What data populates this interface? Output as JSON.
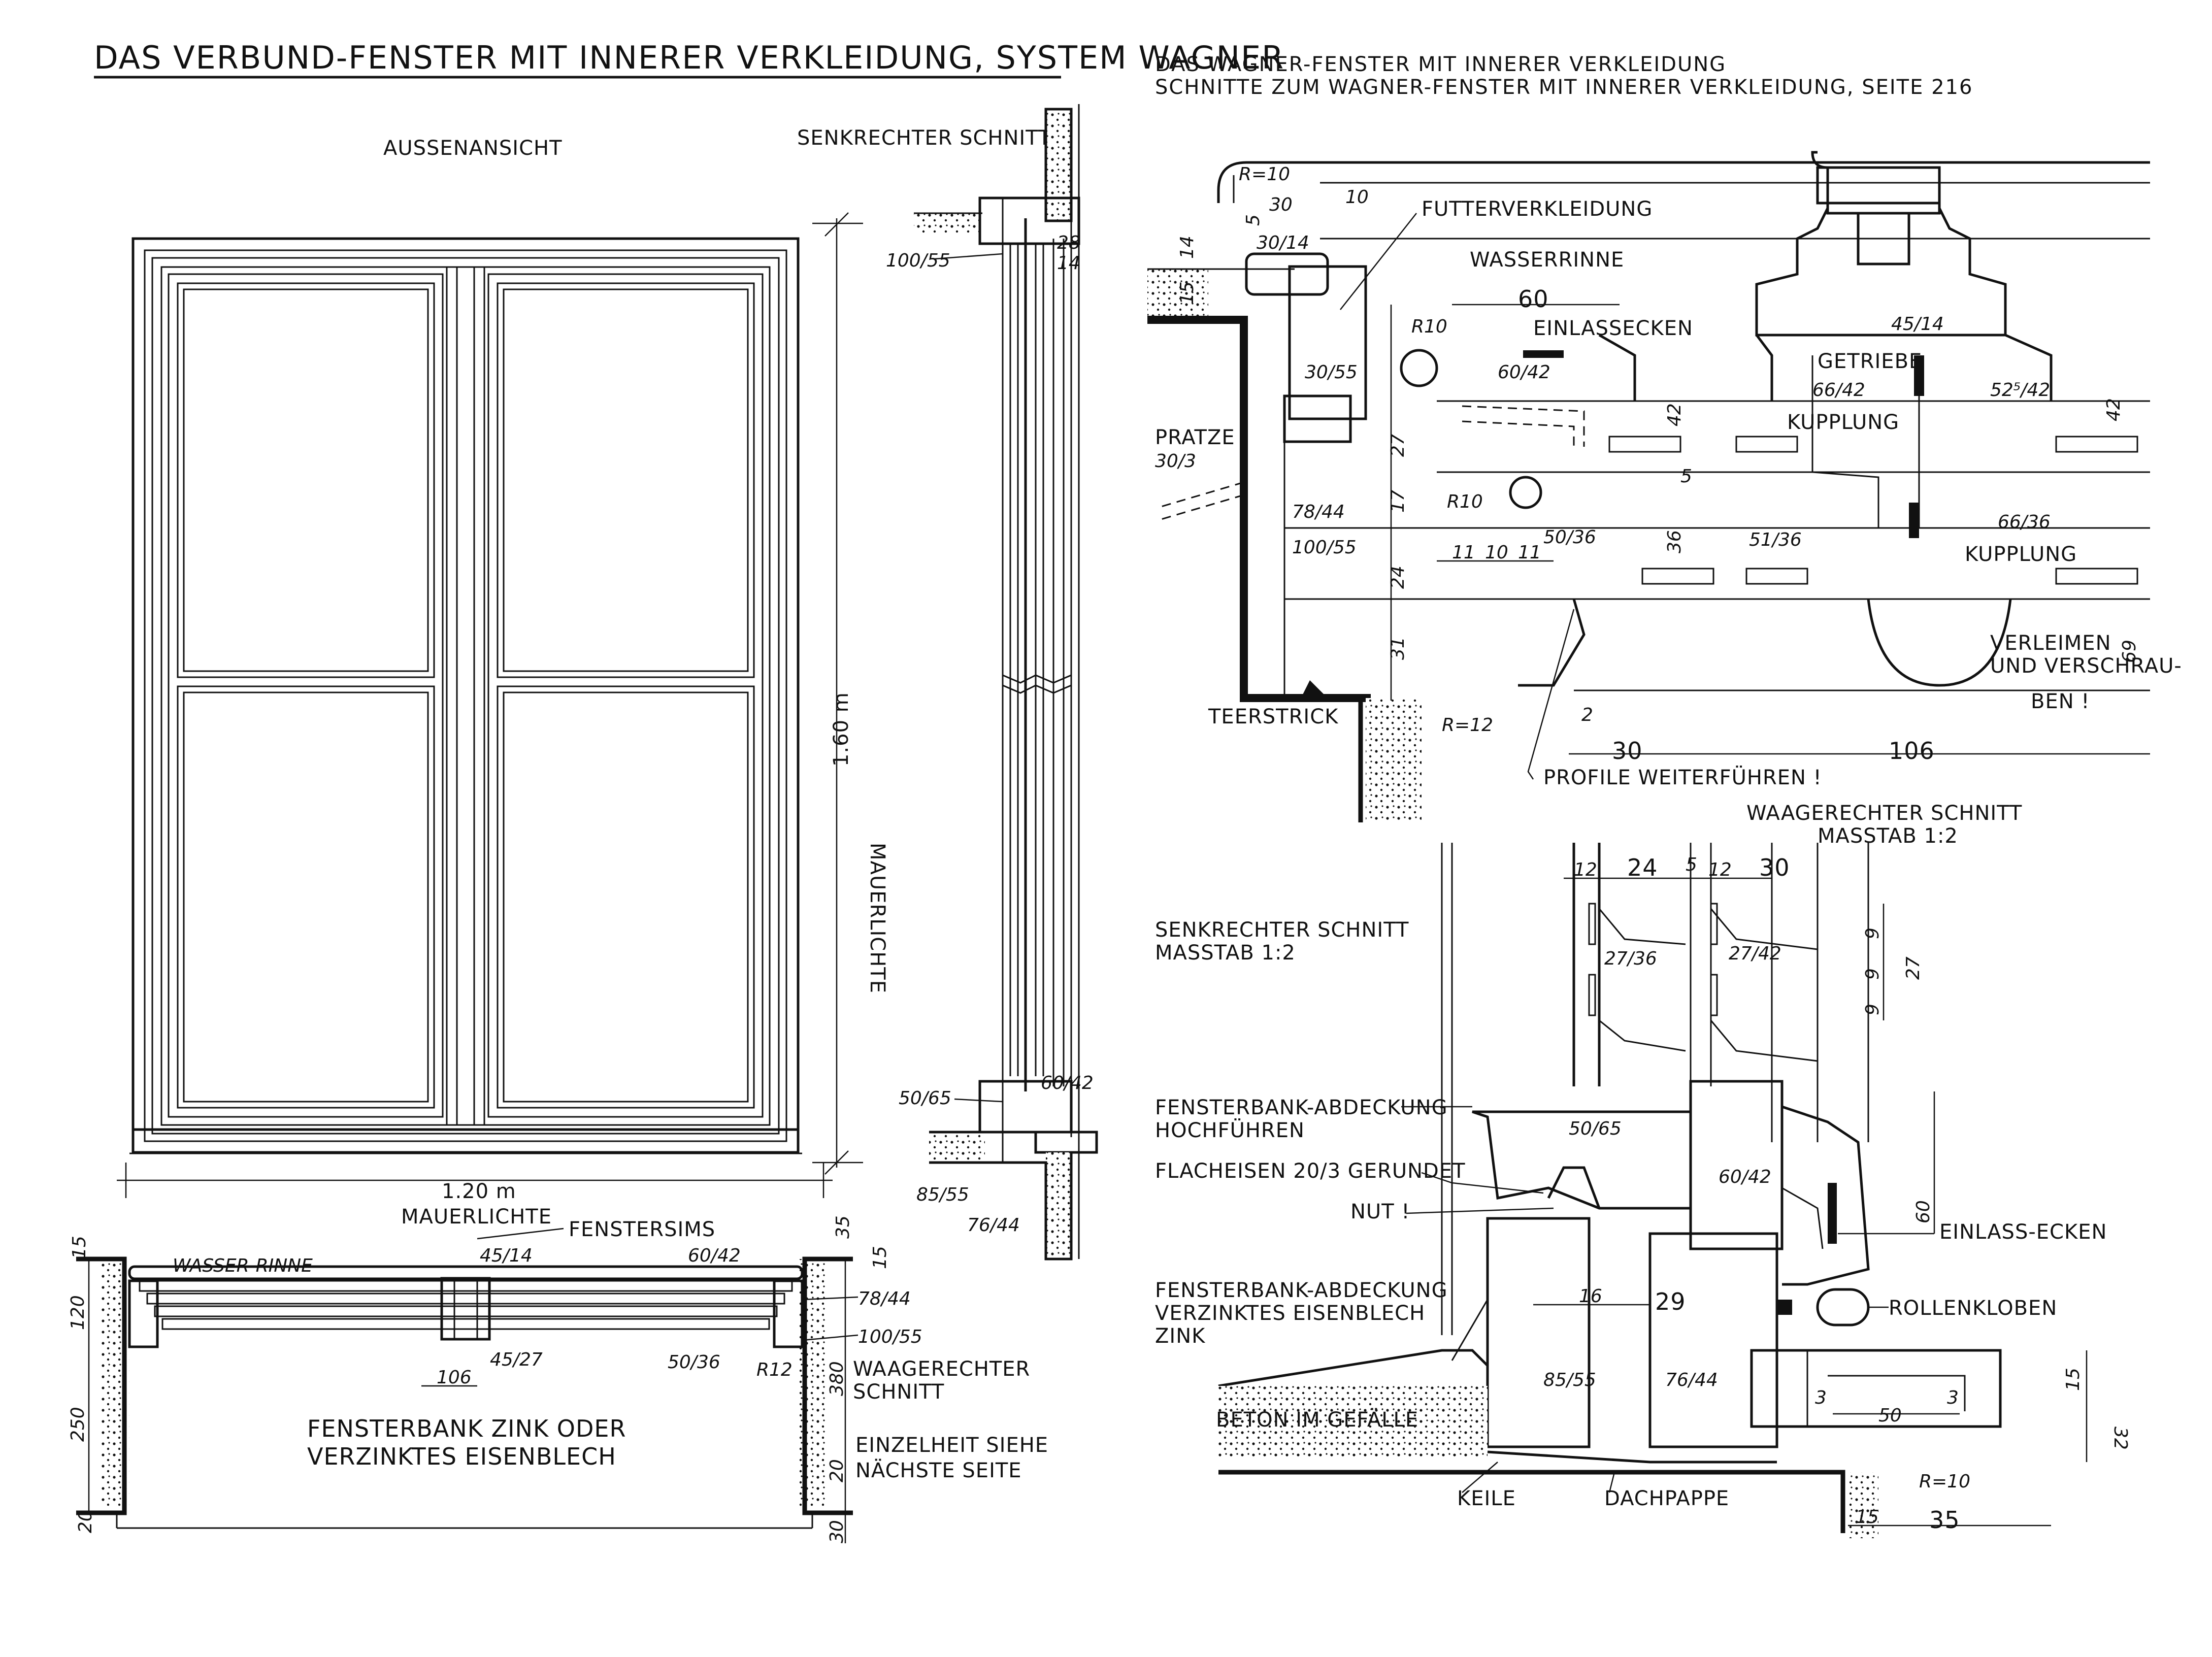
{
  "left": {
    "title": "DAS VERBUND-FENSTER MIT INNERER VERKLEIDUNG, SYSTEM WAGNER",
    "aussenansicht": "AUSSENANSICHT",
    "senkrechter_schnitt": "SENKRECHTER SCHNITT",
    "height_dim": "1.60 m",
    "height_label": "MAUERLICHTE",
    "width_dim": "1.20 m",
    "width_label": "MAUERLICHTE",
    "sec_labels": {
      "p100_55": "100/55",
      "p28": "28",
      "p14": "14",
      "p50_65": "50/65",
      "p60_42": "60/42",
      "p85_55": "85/55",
      "p76_44": "76/44"
    },
    "plan": {
      "fenstersims": "FENSTERSIMS",
      "wasser_rinne": "WASSER-RINNE",
      "p45_14": "45/14",
      "p60_42": "60/42",
      "p78_44": "78/44",
      "p100_55": "100/55",
      "p50_36": "50/36",
      "p45_27": "45/27",
      "p106": "106",
      "r12": "R12",
      "waagerechter": "WAAGERECHTER",
      "schnitt": "SCHNITT",
      "d15a": "15",
      "d15b": "15",
      "d35": "35",
      "d120": "120",
      "d250": "250",
      "d20a": "20",
      "d20b": "20",
      "d380": "380",
      "d30": "30",
      "fensterbank_1": "FENSTERBANK ZINK ODER",
      "fensterbank_2": "VERZINKTES EISENBLECH",
      "einzelheit_1": "EINZELHEIT SIEHE",
      "einzelheit_2": "NÄCHSTE SEITE"
    }
  },
  "right_top": {
    "title1": "DAS WAGNER-FENSTER MIT INNERER VERKLEIDUNG",
    "title2": "SCHNITTE ZUM WAGNER-FENSTER MIT INNERER VERKLEIDUNG, SEITE 216",
    "r10": "R=10",
    "d30": "30",
    "d5": "5",
    "d10": "10",
    "p30_14": "30/14",
    "futterverkleidung": "FUTTERVERKLEIDUNG",
    "wasserrinne": "WASSERRINNE",
    "d14": "14",
    "d15": "15",
    "d60": "60",
    "r10b": "R10",
    "einlassecken": "EINLASSECKEN",
    "p45_14": "45/14",
    "p30_55": "30/55",
    "p60_42": "60/42",
    "getriebe": "GETRIEBE",
    "p66_42": "66/42",
    "p52_42": "52⁵/42",
    "d42a": "42",
    "d42b": "42",
    "kupplung1": "KUPPLUNG",
    "pratze": "PRATZE",
    "pratze_dim": "30/3",
    "d27": "27",
    "d5b": "5",
    "p78_44": "78/44",
    "d17": "17",
    "r10c": "R10",
    "p100_55": "100/55",
    "p50_36": "50/36",
    "d36": "36",
    "p51_36": "51/36",
    "p66_36": "66/36",
    "kupplung2": "KUPPLUNG",
    "d11a": "11",
    "d10b": "10",
    "d11b": "11",
    "d24": "24",
    "d31": "31",
    "d69": "69",
    "verleimen1": "VERLEIMEN",
    "verleimen2": "UND VERSCHRAU-",
    "verleimen3": "BEN !",
    "teerstrick": "TEERSTRICK",
    "r12": "R=12",
    "d2": "2",
    "d30b": "30",
    "d106": "106",
    "profile": "PROFILE WEITERFÜHREN !"
  },
  "right_bottom": {
    "waag1": "WAAGERECHTER SCHNITT",
    "waag2": "MASSTAB 1:2",
    "senk1": "SENKRECHTER SCHNITT",
    "senk2": "MASSTAB 1:2",
    "d12a": "12",
    "d24": "24",
    "d5": "5",
    "d12b": "12",
    "d30": "30",
    "p27_36": "27/36",
    "p27_42": "27/42",
    "d9a": "9",
    "d9b": "9",
    "d9c": "9",
    "d27": "27",
    "fb_hoch1": "FENSTERBANK-ABDECKUNG",
    "fb_hoch2": "HOCHFÜHREN",
    "p50_65": "50/65",
    "flacheisen": "FLACHEISEN 20/3 GERUNDET",
    "nut": "NUT !",
    "p60_42": "60/42",
    "d60": "60",
    "einlass": "EINLASS-ECKEN",
    "fb_zink1": "FENSTERBANK-ABDECKUNG",
    "fb_zink2": "VERZINKTES EISENBLECH",
    "fb_zink3": "ZINK",
    "d16": "16",
    "d29": "29",
    "rollenkloben": "ROLLENKLOBEN",
    "p85_55": "85/55",
    "p76_44": "76/44",
    "d15": "15",
    "d32": "32",
    "d50": "50",
    "d3a": "3",
    "d3b": "3",
    "beton": "BETON IM GEFÄLLE",
    "r10": "R=10",
    "keile": "KEILE",
    "dachpappe": "DACHPAPPE",
    "d15b": "15",
    "d35": "35"
  }
}
